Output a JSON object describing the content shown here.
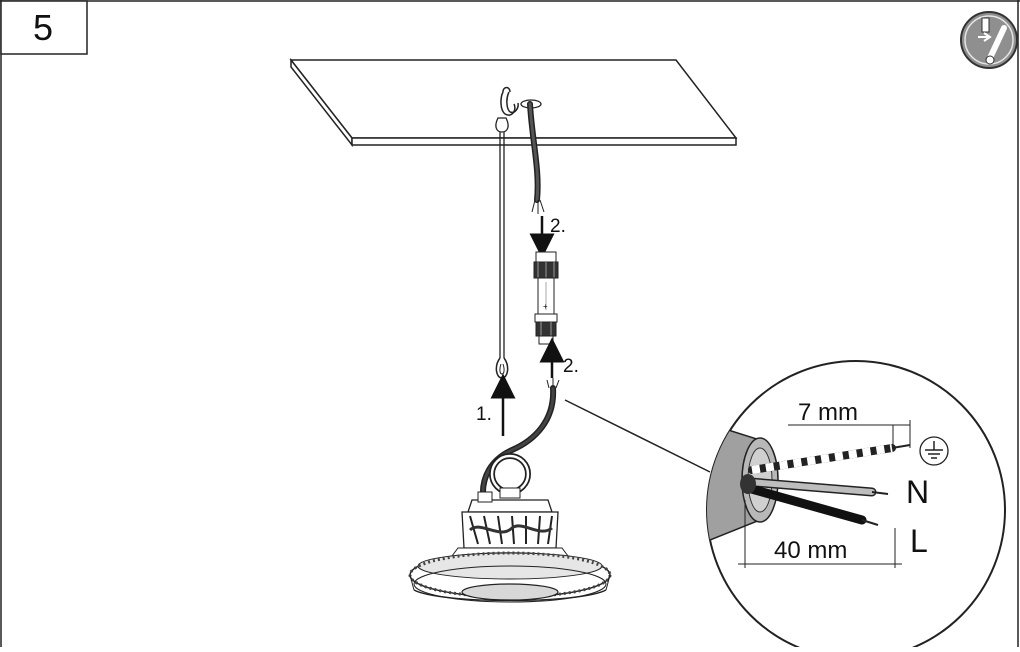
{
  "step": {
    "number": "5"
  },
  "labels": {
    "step_hang": "1.",
    "step_connect_top": "2.",
    "step_connect_bottom": "2."
  },
  "detail": {
    "strip_length": "7 mm",
    "sheath_length": "40 mm",
    "neutral": "N",
    "live": "L"
  },
  "icons": {
    "power_off": "power-off-switch-icon",
    "earth": "earth-ground-icon"
  },
  "colors": {
    "line": "#1a1a1a",
    "cable_grey": "#9a9a9a",
    "badge_fill": "#8f8f8f"
  }
}
